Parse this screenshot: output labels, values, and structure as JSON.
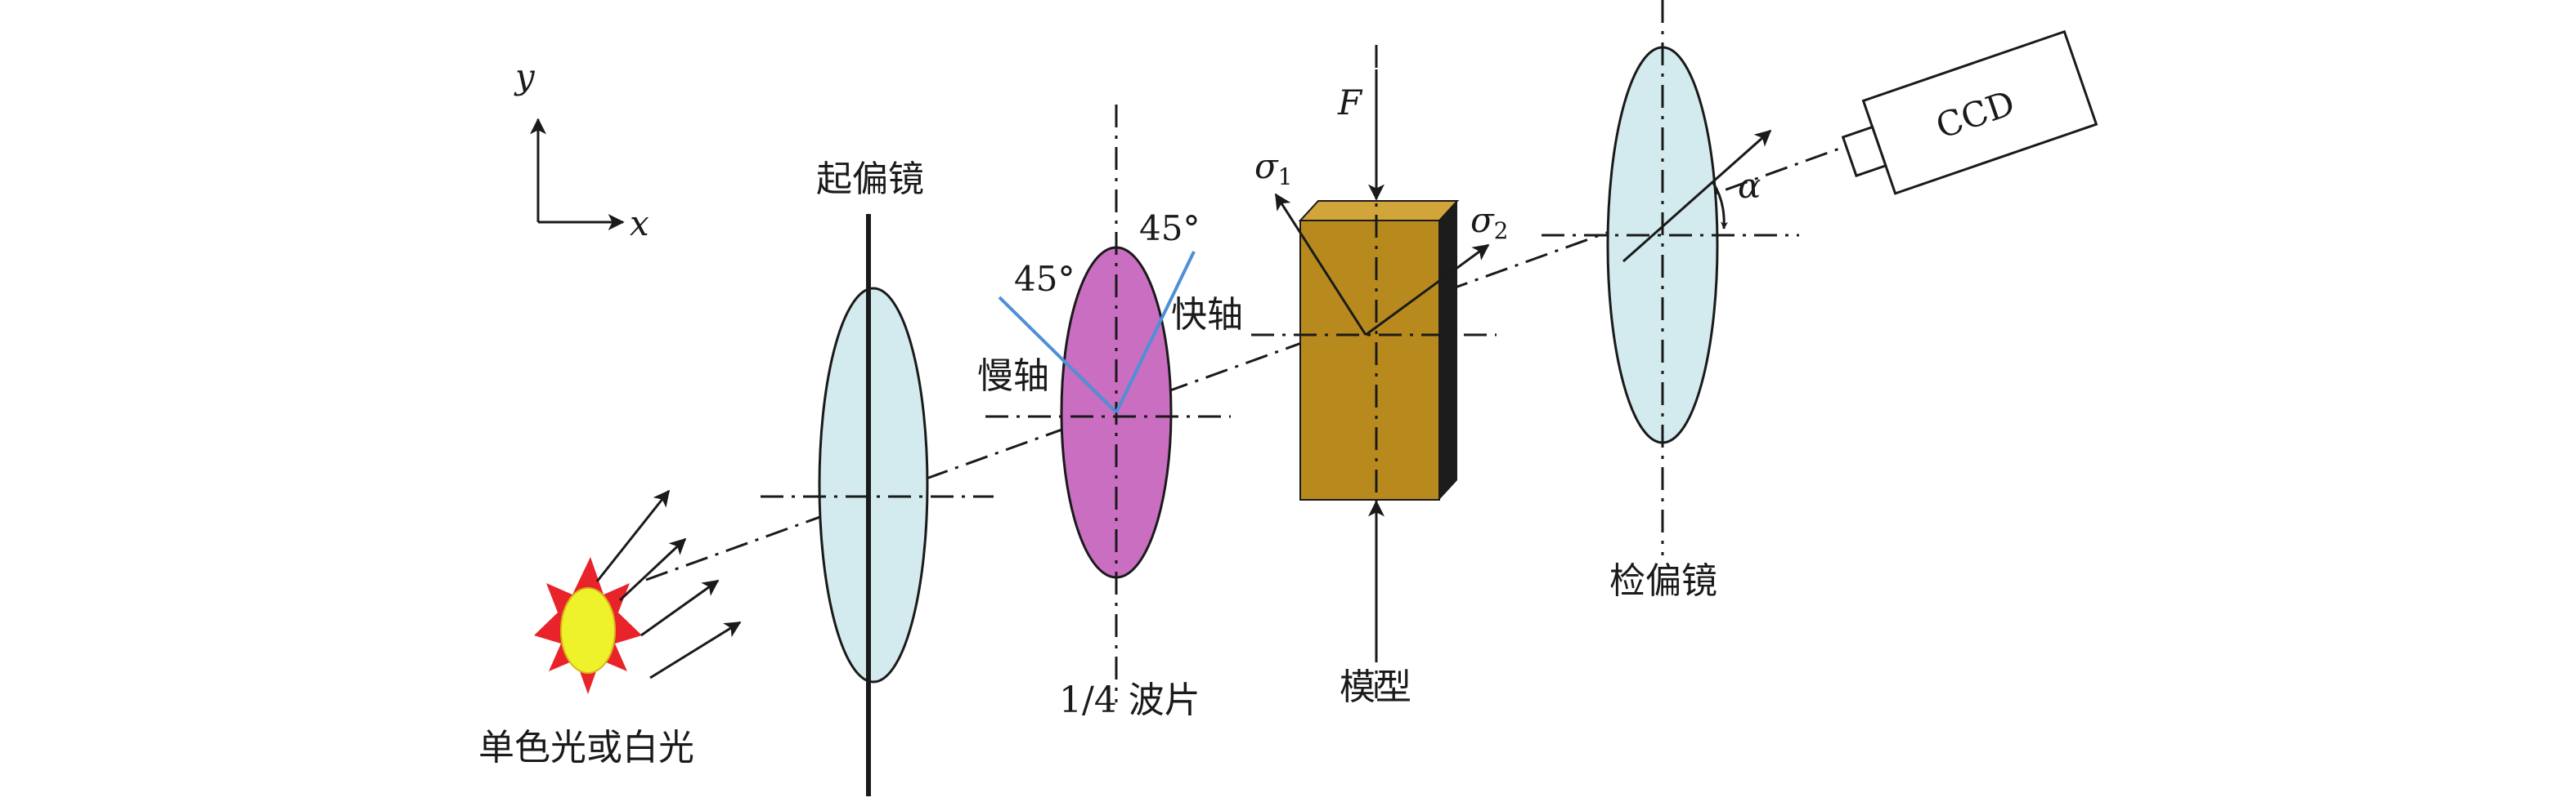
{
  "labels": {
    "axis_y": "y",
    "axis_x": "x",
    "polarizer": "起偏镜",
    "source": "单色光或白光",
    "quarter_wave": "1/4 波片",
    "angle_left": "45°",
    "angle_right": "45°",
    "slow_axis": "慢轴",
    "fast_axis": "快轴",
    "force": "F",
    "sigma1_base": "σ",
    "sigma1_sub": "1",
    "sigma2_base": "σ",
    "sigma2_sub": "2",
    "model": "模型",
    "analyzer": "检偏镜",
    "alpha": "α",
    "camera": "CCD"
  },
  "colors": {
    "lens": "#d3ebee",
    "waveplate": "#c96ec0",
    "model_front": "#b88a1e",
    "model_top": "#d2a53a",
    "model_side": "#1c1c1c",
    "sun_outer": "#e8232a",
    "sun_inner": "#eef22a",
    "fast_slow_axes": "#4f8fd6",
    "ink": "#1a1a1a"
  },
  "icons": {
    "light_source": "sun-burst-icon",
    "camera": "ccd-camera-icon"
  }
}
